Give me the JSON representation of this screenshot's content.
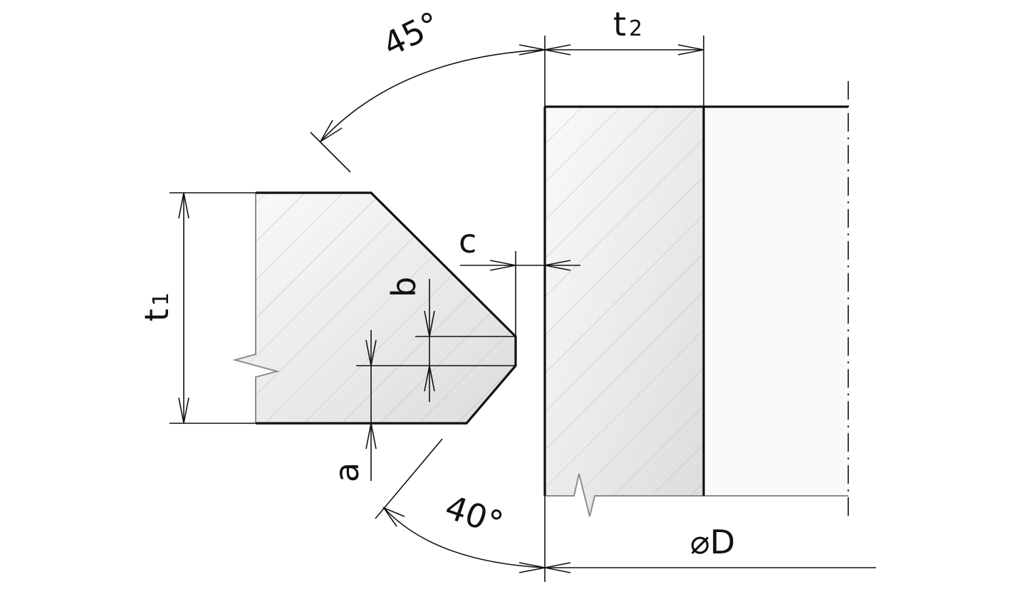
{
  "labels": {
    "t1_main": "t",
    "t1_sub": "1",
    "t2_main": "t",
    "t2_sub": "2",
    "angle_top": "45°",
    "angle_bottom": "40°",
    "c": "c",
    "b": "b",
    "a": "a",
    "diameter": "⌀D"
  },
  "colors": {
    "line": "#111111",
    "break_line": "#8c8c8c",
    "hatch": "#b9b9b9",
    "fill_light": "#fafafa",
    "fill_dark": "#dcdcdc"
  }
}
